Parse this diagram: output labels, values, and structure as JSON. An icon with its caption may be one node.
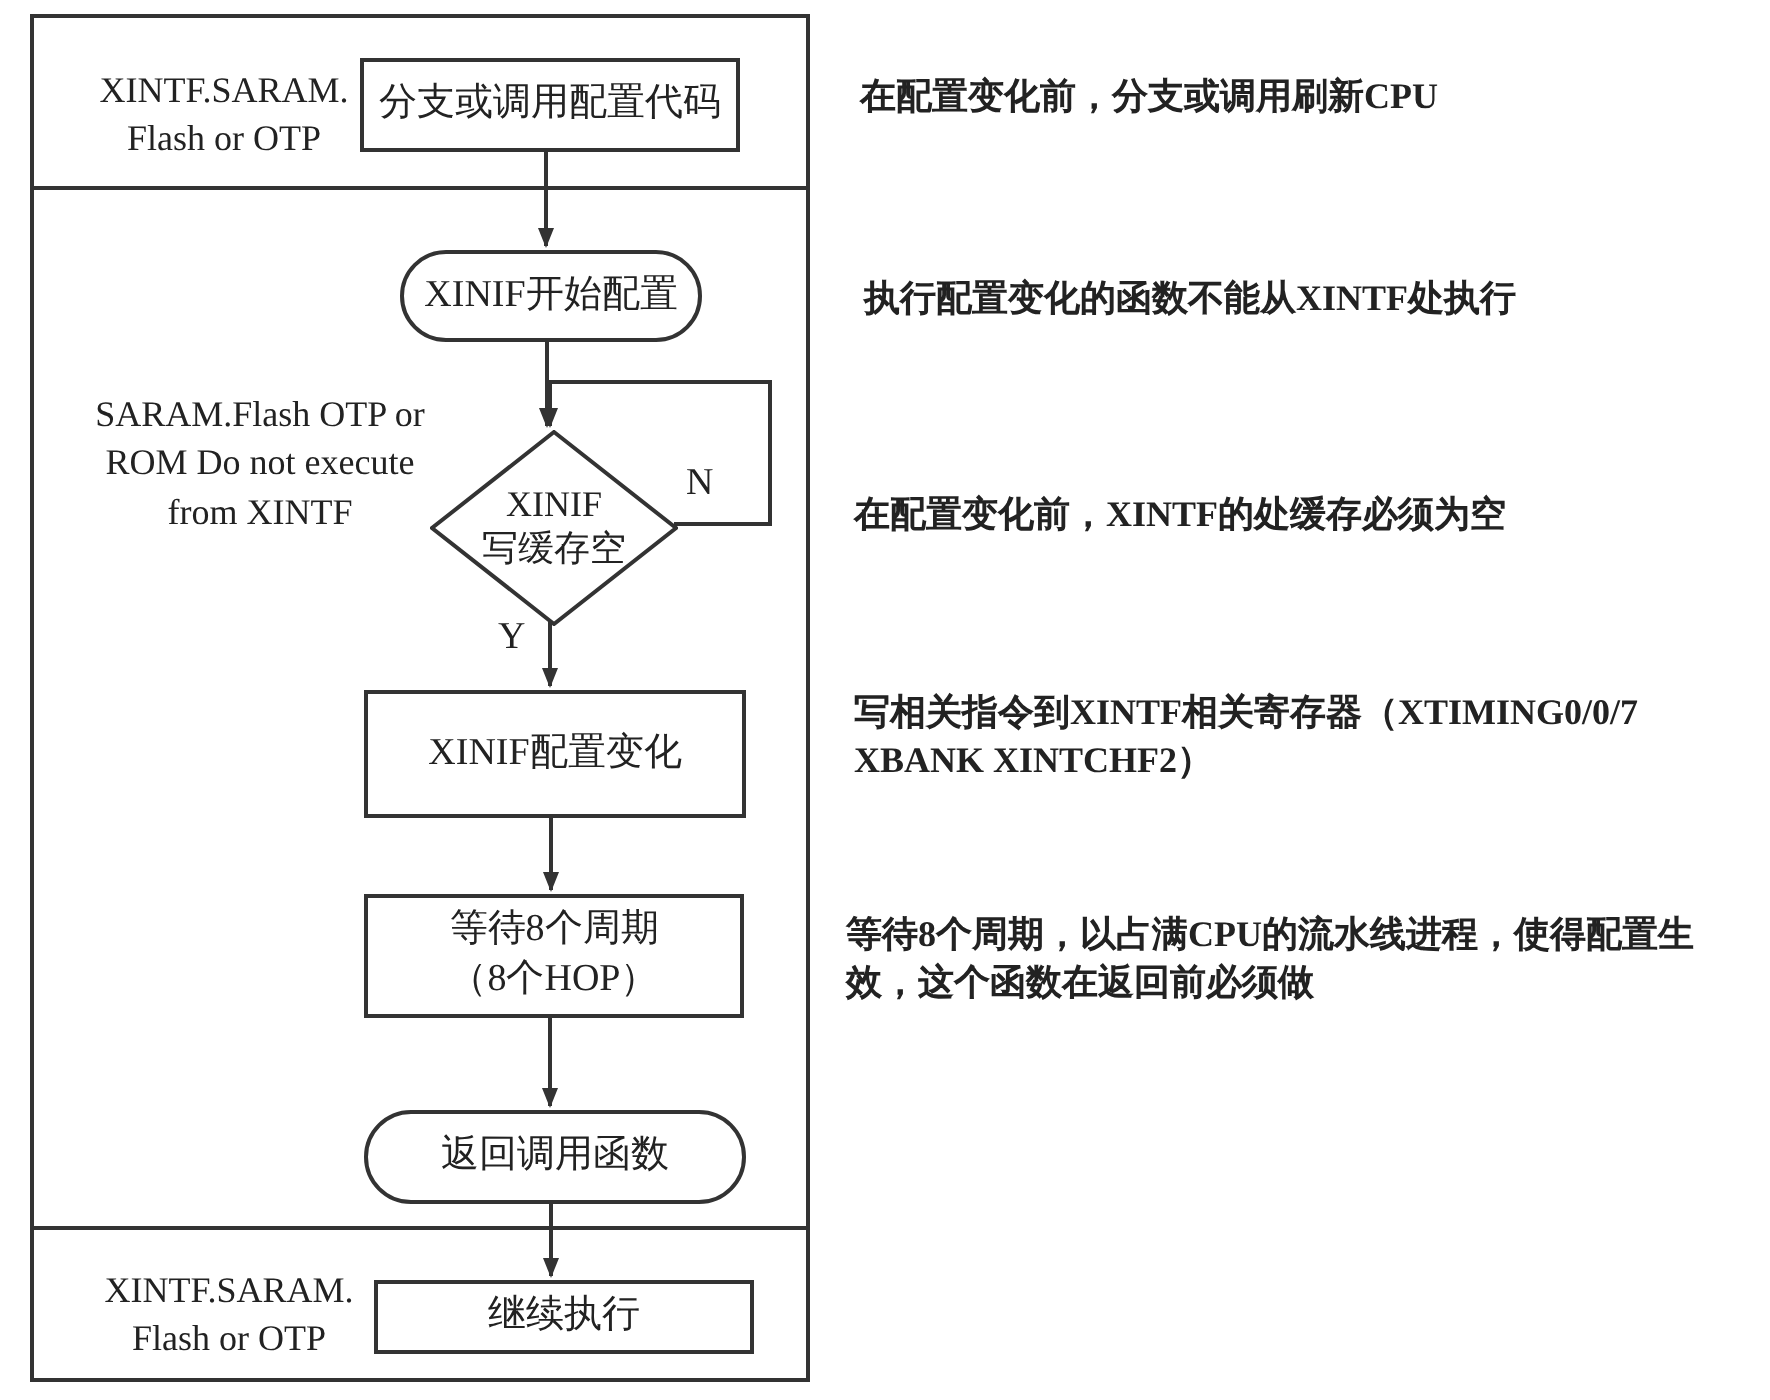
{
  "diagram": {
    "nodes": [
      {
        "text": [
          "XINTF.SARAM. Flash or OTP"
        ]
      },
      {
        "text": [
          "分支或调用配置代码"
        ],
        "in": 0
      },
      {
        "text": [
          "SARAM.Flash OTP or ROM Do not execute from XINTF"
        ]
      },
      {
        "text": [
          "XINIF开始配置"
        ],
        "in": 2
      },
      {
        "text": [
          "XINIF 写缓存空"
        ],
        "in": 2
      },
      {
        "text": [
          "XINIF配置变化"
        ],
        "in": 2
      },
      {
        "text": [
          "等待8个周期（8个HOP）"
        ],
        "in": 2
      },
      {
        "text": [
          "返回调用函数"
        ],
        "in": 2
      },
      {
        "text": [
          "XINTF.SARAM. Flash or OTP"
        ]
      },
      {
        "text": [
          "继续执行"
        ],
        "in": 8
      }
    ],
    "edges": [
      {
        "from": 1,
        "to": 3,
        "arrow": "to"
      },
      {
        "from": 3,
        "to": 4,
        "arrow": "to"
      },
      {
        "from": 4,
        "to": 4,
        "arrow": "to",
        "label": "N"
      },
      {
        "from": 4,
        "to": 5,
        "arrow": "to",
        "label": "Y"
      },
      {
        "from": 5,
        "to": 6,
        "arrow": "to"
      },
      {
        "from": 6,
        "to": 7,
        "arrow": "to"
      },
      {
        "from": 7,
        "to": 9,
        "arrow": "to"
      }
    ],
    "labels": [
      "在配置变化前，分支或调用刷新CPU",
      "执行配置变化的函数不能从XINTF处执行",
      "在配置变化前，XINTF的处缓存必须为空",
      "写相关指令到XINTF相关寄存器（XTIMING0/0/7 XBANK XINTCHF2）",
      "等待8个周期，以占满CPU的流水线进程，使得配置生效，这个函数在返回前必须做"
    ]
  }
}
